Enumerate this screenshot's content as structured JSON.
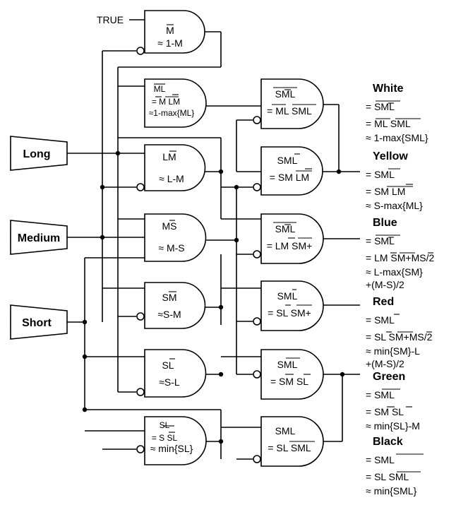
{
  "colors": {
    "white": "#a6a6a6",
    "yellow": "#f0a020",
    "blue": "#1a1adc",
    "red": "#e01010",
    "green": "#1ad81a",
    "black": "#000000"
  },
  "true_label": "TRUE",
  "inputs": [
    "Long",
    "Medium",
    "Short"
  ],
  "gates": [
    {
      "label": "M",
      "approx": "≈ 1-M"
    },
    {
      "label": "ML",
      "expr": "= M LM",
      "approx": "≈1-max{ML}"
    },
    {
      "label": "LM",
      "approx": "≈ L-M"
    },
    {
      "label": "MS",
      "approx": "≈ M-S"
    },
    {
      "label": "SM",
      "approx": "≈S-M"
    },
    {
      "label": "SL",
      "approx": "≈S-L"
    },
    {
      "label": "SL",
      "expr": "= S SL",
      "approx": "≈ min{SL}"
    }
  ],
  "second_gates": [
    {
      "label": "SML",
      "expr": "= ML SML"
    },
    {
      "label": "SML",
      "expr": "= SM LM"
    },
    {
      "label": "SML",
      "expr": "= LM SM+"
    },
    {
      "label": "SML",
      "expr": "= SL SM+"
    },
    {
      "label": "SML",
      "expr": "= SM SL"
    },
    {
      "label": "SML",
      "expr": "= SL SML"
    }
  ],
  "outputs": [
    {
      "name": "White",
      "lines": [
        "= SML",
        "= ML SML",
        "≈ 1-max{SML}"
      ]
    },
    {
      "name": "Yellow",
      "lines": [
        "= SML",
        "= SM LM",
        "≈ S-max{ML}"
      ]
    },
    {
      "name": "Blue",
      "lines": [
        "= SML",
        "= LM SM+MS/2",
        "≈ L-max{SM}",
        "+(M-S)/2"
      ]
    },
    {
      "name": "Red",
      "lines": [
        "= SML",
        "= SL SM+MS/2",
        "≈ min{SM}-L",
        "+(M-S)/2"
      ]
    },
    {
      "name": "Green",
      "lines": [
        "= SML",
        "= SM SL",
        "≈ min{SL}-M"
      ]
    },
    {
      "name": "Black",
      "lines": [
        "= SML",
        "= SL SML",
        "≈ min{SML}"
      ]
    }
  ]
}
